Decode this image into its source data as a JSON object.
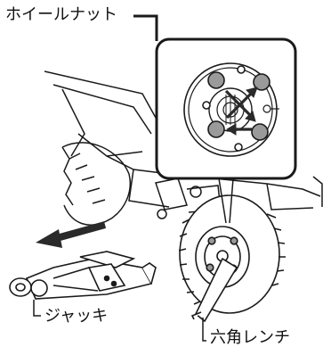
{
  "labels": {
    "wheel_nut": "ホイールナット",
    "jack": "ジャッキ",
    "wrench": "六角レンチ"
  },
  "colors": {
    "line": "#1a1a1a",
    "nut_fill": "#9a9a9a",
    "arrow_fill": "#2a2a2a"
  }
}
